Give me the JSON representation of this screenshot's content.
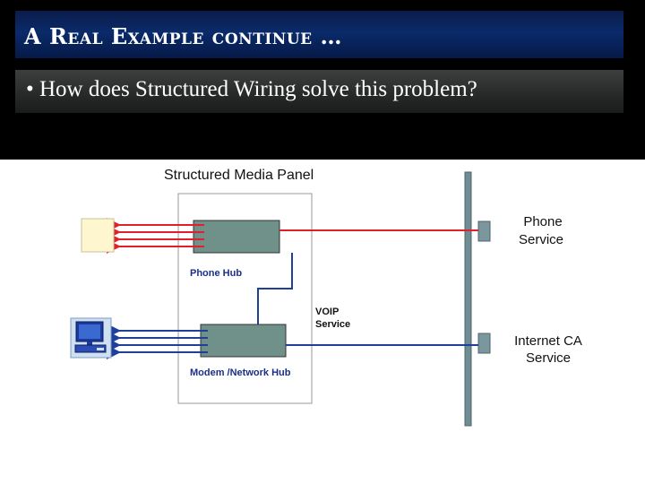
{
  "title": "A Real Example continue …",
  "bullet": "• How does Structured Wiring solve this problem?",
  "diagram": {
    "panel_label": "Structured Media Panel",
    "phone_hub_label": "Phone Hub",
    "modem_hub_label": "Modem /Network Hub",
    "voip_line1": "VOIP",
    "voip_line2": "Service",
    "phone_service_line1": "Phone",
    "phone_service_line2": "Service",
    "internet_line1": "Internet CA",
    "internet_line2": "Service"
  },
  "colors": {
    "phone_line": "#e0202a",
    "network_line": "#1e3f9a",
    "hub_fill": "#6f9189",
    "backbone": "#6f8c93",
    "hub_label": "#1a2f8a"
  }
}
